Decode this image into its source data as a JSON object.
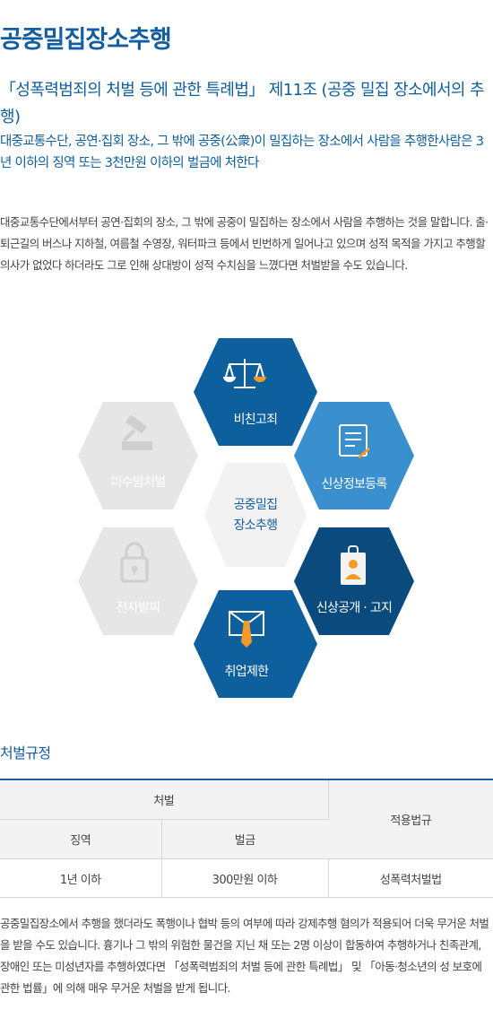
{
  "page": {
    "title": "공중밀집장소추행",
    "law_title": "「성폭력범죄의 처벌 등에 관한 특례법」 제11조 (공중 밀집 장소에서의 추행)",
    "law_desc": "대중교통수단, 공연·집회 장소, 그 밖에 공중(公衆)이 밀집하는 장소에서 사람을 추행한사람은 3년 이하의 징역 또는 3천만원 이하의 벌금에 처한다",
    "intro": "대중교통수단에서부터 공연·집회의 장소, 그 밖에 공중이 밀집하는 장소에서 사람을 추행하는 것을 말합니다. 출·퇴근길의 버스나 지하철, 여름철 수영장, 워터파크 등에서 빈번하게 일어나고 있으며 성적 목적을 가지고 추행할 의사가 없었다 하더라도 그로 인해 상대방이 성적 수치심을 느꼈다면 처벌받을 수도 있습니다."
  },
  "diagram": {
    "center": {
      "line1": "공중밀집",
      "line2": "장소추행"
    },
    "items": [
      {
        "label": "비친고죄",
        "icon": "scale-icon",
        "color": "#0d5f9e",
        "active": true
      },
      {
        "label": "신상정보등록",
        "icon": "document-icon",
        "color": "#3a8fce",
        "active": true
      },
      {
        "label": "신상공개 · 고지",
        "icon": "id-badge-icon",
        "color": "#0a4a7c",
        "active": true
      },
      {
        "label": "취업제한",
        "icon": "suit-tie-icon",
        "color": "#0d5f9e",
        "active": true
      },
      {
        "label": "전자발찌",
        "icon": "lock-icon",
        "color": "#e6e6e6",
        "active": false
      },
      {
        "label": "미수범처벌",
        "icon": "gavel-icon",
        "color": "#e6e6e6",
        "active": false
      }
    ]
  },
  "penalty": {
    "section_title": "처벌규정",
    "head_group": "처벌",
    "head_col1": "징역",
    "head_col2": "벌금",
    "head_col3": "적용법규",
    "row": {
      "col1": "1년 이하",
      "col2": "300만원 이하",
      "col3": "성폭력처벌법"
    }
  },
  "outro": "공중밀집장소에서 추행을 했더라도 폭행이나 협박 등의 여부에 따라 강제추행 혐의가 적용되어 더욱 무거운 처벌을 받을 수도 있습니다. 흉기나 그 밖의 위험한 물건을 지닌 채 또는 2명 이상이 합동하여 추행하거나 친족관계, 장애인 또는 미성년자를 추행하였다면 「성폭력범죄의 처벌 등에 관한 특례법」 및 「아동·청소년의 성 보호에 관한 법률」에 의해 매우 무거운 처벌을 받게 됩니다."
}
